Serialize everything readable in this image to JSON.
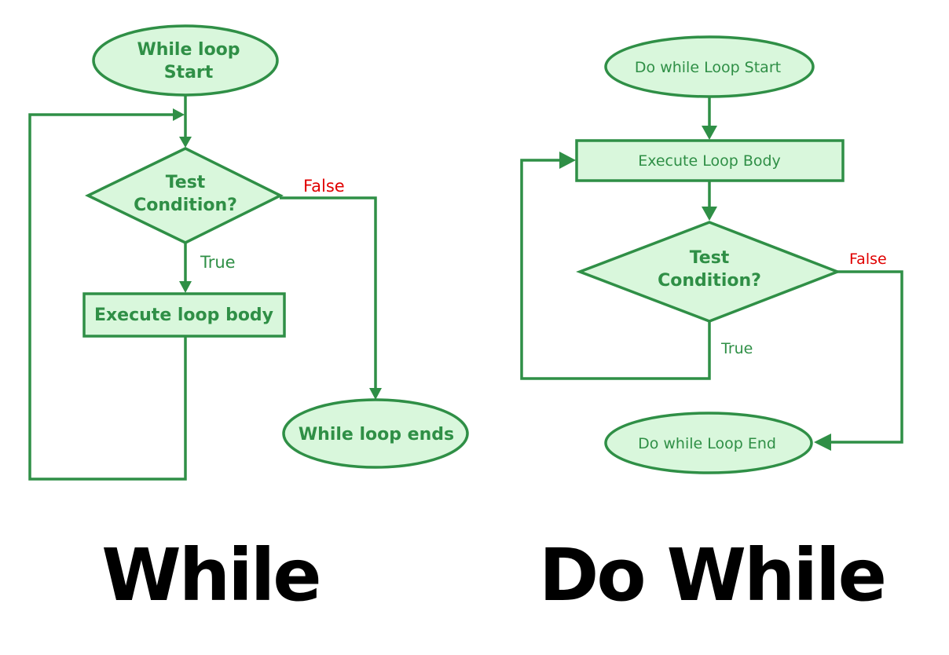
{
  "colors": {
    "node_fill": "#d9f7dc",
    "node_stroke": "#2f8f46",
    "false_label": "#e00000",
    "title": "#000000"
  },
  "while_diagram": {
    "start_line1": "While loop",
    "start_line2": "Start",
    "condition_line1": "Test",
    "condition_line2": "Condition?",
    "false_label": "False",
    "true_label": "True",
    "body": "Execute loop body",
    "end": "While loop ends",
    "title": "While"
  },
  "do_while_diagram": {
    "start": "Do while Loop Start",
    "body": "Execute Loop Body",
    "condition_line1": "Test",
    "condition_line2": "Condition?",
    "false_label": "False",
    "true_label": "True",
    "end": "Do while Loop End",
    "title": "Do While"
  }
}
